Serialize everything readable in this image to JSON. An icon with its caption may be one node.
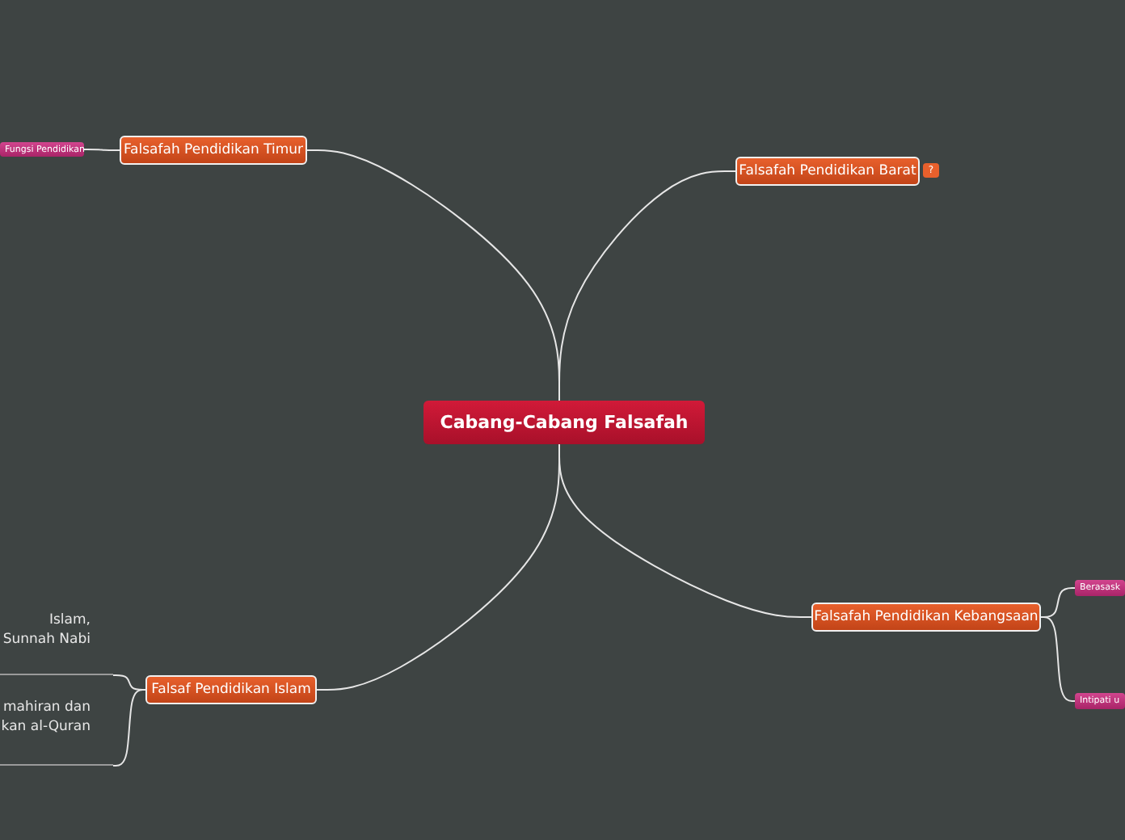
{
  "diagram": {
    "nodes": [
      {
        "text": [
          "Cabang-Cabang Falsafah"
        ]
      },
      {
        "text": [
          "Falsafah Pendidikan Timur"
        ]
      },
      {
        "text": [
          "Fungsi Pendidikan"
        ]
      },
      {
        "text": [
          "Falsafah Pendidikan Barat"
        ],
        "beside": [
          "?"
        ]
      },
      {
        "text": [
          "Falsafah Pendidikan Kebangsaan"
        ]
      },
      {
        "text": [
          "Berasask"
        ]
      },
      {
        "text": [
          "Intipati u"
        ]
      },
      {
        "text": [
          "Falsaf Pendidikan Islam"
        ]
      },
      {
        "text": [
          "Islam, Sunnah Nabi"
        ]
      },
      {
        "text": [
          "mahiran dan kan al-Quran"
        ]
      }
    ],
    "edges": [
      {
        "from": 0,
        "to": 1,
        "arrow": "none"
      },
      {
        "from": 0,
        "to": 3,
        "arrow": "none"
      },
      {
        "from": 0,
        "to": 4,
        "arrow": "none"
      },
      {
        "from": 0,
        "to": 7,
        "arrow": "none"
      },
      {
        "from": 1,
        "to": 2,
        "arrow": "none"
      },
      {
        "from": 4,
        "to": 5,
        "arrow": "none"
      },
      {
        "from": 4,
        "to": 6,
        "arrow": "none"
      },
      {
        "from": 7,
        "to": 8,
        "arrow": "none"
      },
      {
        "from": 7,
        "to": 9,
        "arrow": "none"
      }
    ]
  }
}
